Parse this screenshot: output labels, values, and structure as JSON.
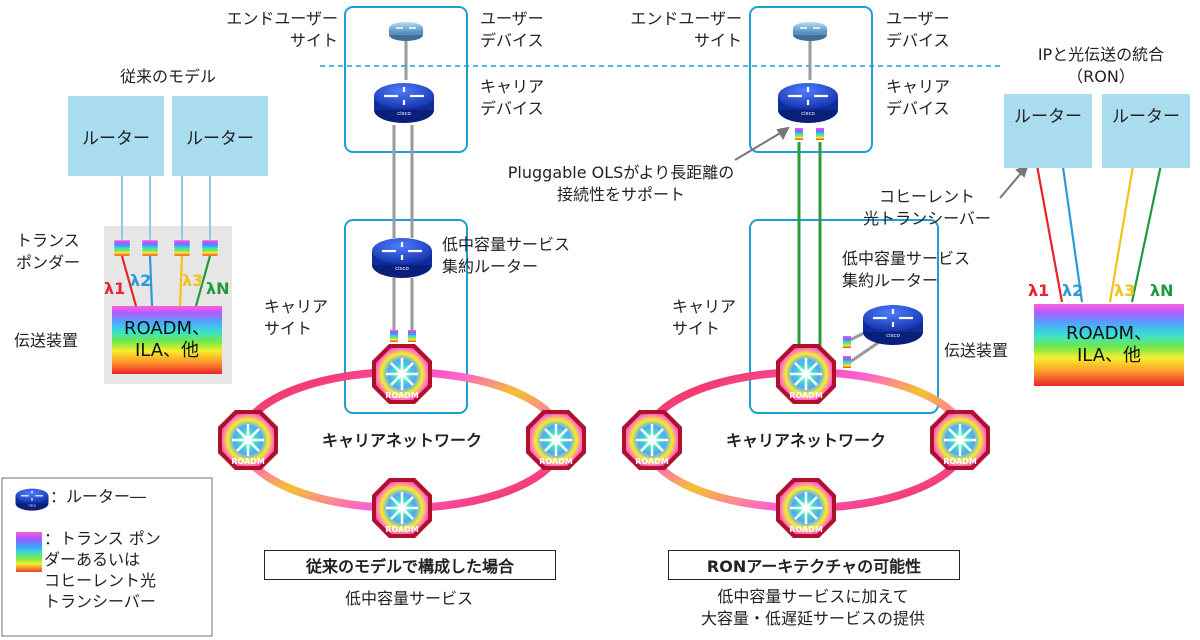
{
  "legacy_panel": {
    "title": "従来のモデル",
    "router1": "ルーター",
    "router2": "ルーター",
    "transponder_label": [
      "トランス",
      "ポンダー"
    ],
    "lambdas": [
      "λ1",
      "λ2",
      "λ3",
      "λN"
    ],
    "roadm": [
      "ROADM、",
      "ILA、他"
    ],
    "transport_label": "伝送装置"
  },
  "legacy_arch": {
    "end_user_site": [
      "エンドユーザー",
      "サイト"
    ],
    "user_device": [
      "ユーザー",
      "デバイス"
    ],
    "carrier_device": [
      "キャリア",
      "デバイス"
    ],
    "aggregation_router": [
      "低中容量サービス",
      "集約ルーター"
    ],
    "carrier_site": [
      "キャリア",
      "サイト"
    ],
    "network": "キャリアネットワーク",
    "caption": "従来のモデルで構成した場合",
    "subcaption": "低中容量サービス"
  },
  "ron_arch": {
    "end_user_site": [
      "エンドユーザー",
      "サイト"
    ],
    "user_device": [
      "ユーザー",
      "デバイス"
    ],
    "carrier_device": [
      "キャリア",
      "デバイス"
    ],
    "pluggable_note": [
      "Pluggable OLSがより長距離の",
      "接続性をサポート"
    ],
    "coherent_note": [
      "コヒーレント",
      "光トランシーバー"
    ],
    "aggregation_router": [
      "低中容量サービス",
      "集約ルーター"
    ],
    "carrier_site": [
      "キャリア",
      "サイト"
    ],
    "network": "キャリアネットワーク",
    "caption": "RONアーキテクチャの可能性",
    "subcaption": [
      "低中容量サービスに加えて",
      "大容量・低遅延サービスの提供"
    ]
  },
  "ron_panel": {
    "title": [
      "IPと光伝送の統合",
      "（RON）"
    ],
    "router1": "ルーター",
    "router2": "ルーター",
    "lambdas": [
      "λ1",
      "λ2",
      "λ3",
      "λN"
    ],
    "roadm": [
      "ROADM、",
      "ILA、他"
    ],
    "transport_label": "伝送装置"
  },
  "legend": {
    "router": "：ルーター―",
    "transceiver": [
      "：トランス ポン",
      "ダーあるいは",
      "コヒーレント光",
      "トランシーバー"
    ]
  },
  "icons": {
    "router": "cisco-router-icon",
    "roadm": "roadm-node-icon",
    "transponder": "transponder-icon",
    "end_user_router": "small-router-icon"
  },
  "colors": {
    "site_border": "#1e9fd4",
    "panel_blue": "#a9dcef",
    "lambda1": "#e8232a",
    "lambda2": "#2a9ad8",
    "lambda3": "#f2c21b",
    "lambdaN": "#1e9a3c",
    "router_blue": "#1b3fc6"
  }
}
